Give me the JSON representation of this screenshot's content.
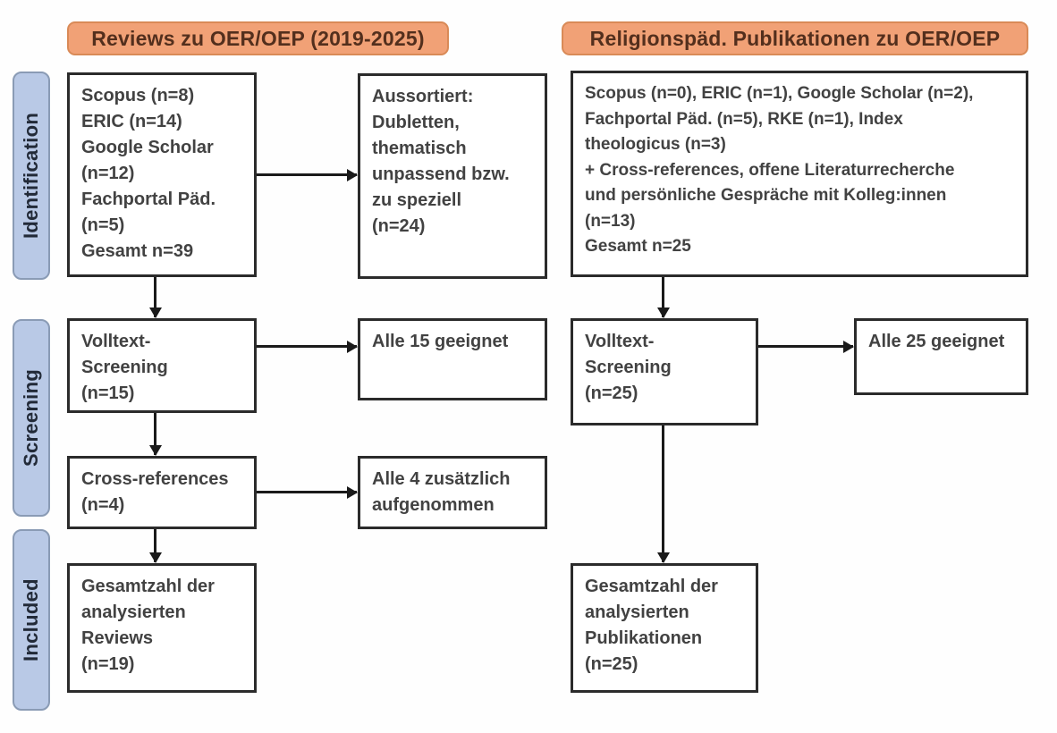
{
  "diagram_title": "PRISMA-style review flow diagram",
  "colors": {
    "header_fill": "#F1A176",
    "header_border": "#D98A57",
    "header_text": "#532F1D",
    "stage_fill": "#B9C9E6",
    "stage_border": "#8A9BB5",
    "stage_text": "#222A38",
    "box_border": "#2B2B2B",
    "box_text": "#424242",
    "arrow": "#1A1A1A",
    "background": "#FEFEFE"
  },
  "headers": {
    "left": "Reviews zu OER/OEP (2019-2025)",
    "right": "Religionspäd. Publikationen zu OER/OEP"
  },
  "sidebar": {
    "stages": [
      {
        "label": "Identification"
      },
      {
        "label": "Screening"
      },
      {
        "label": "Included"
      }
    ]
  },
  "left_column": {
    "sources_box": "Scopus (n=8)\nERIC (n=14)\nGoogle Scholar\n(n=12)\nFachportal Päd.\n(n=5)\nGesamt n=39",
    "excluded_box": "Aussortiert:\nDubletten,\nthematisch\nunpassend bzw.\nzu speziell\n(n=24)",
    "fulltext_box": "Volltext-\nScreening\n(n=15)",
    "fulltext_result_box": "Alle 15 geeignet",
    "crossref_box": "Cross-references\n(n=4)",
    "crossref_result_box": "Alle 4 zusätzlich\naufgenommen",
    "total_box": "Gesamtzahl der\nanalysierten\nReviews\n(n=19)"
  },
  "right_column": {
    "sources_box": "Scopus (n=0), ERIC (n=1), Google Scholar (n=2),\nFachportal Päd. (n=5), RKE (n=1), Index\ntheologicus (n=3)\n+ Cross-references, offene Literaturrecherche\nund persönliche Gespräche mit Kolleg:innen\n(n=13)\nGesamt n=25",
    "fulltext_box": "Volltext-\nScreening\n(n=25)",
    "fulltext_result_box": "Alle 25 geeignet",
    "total_box": "Gesamtzahl der\nanalysierten\nPublikationen\n(n=25)"
  }
}
